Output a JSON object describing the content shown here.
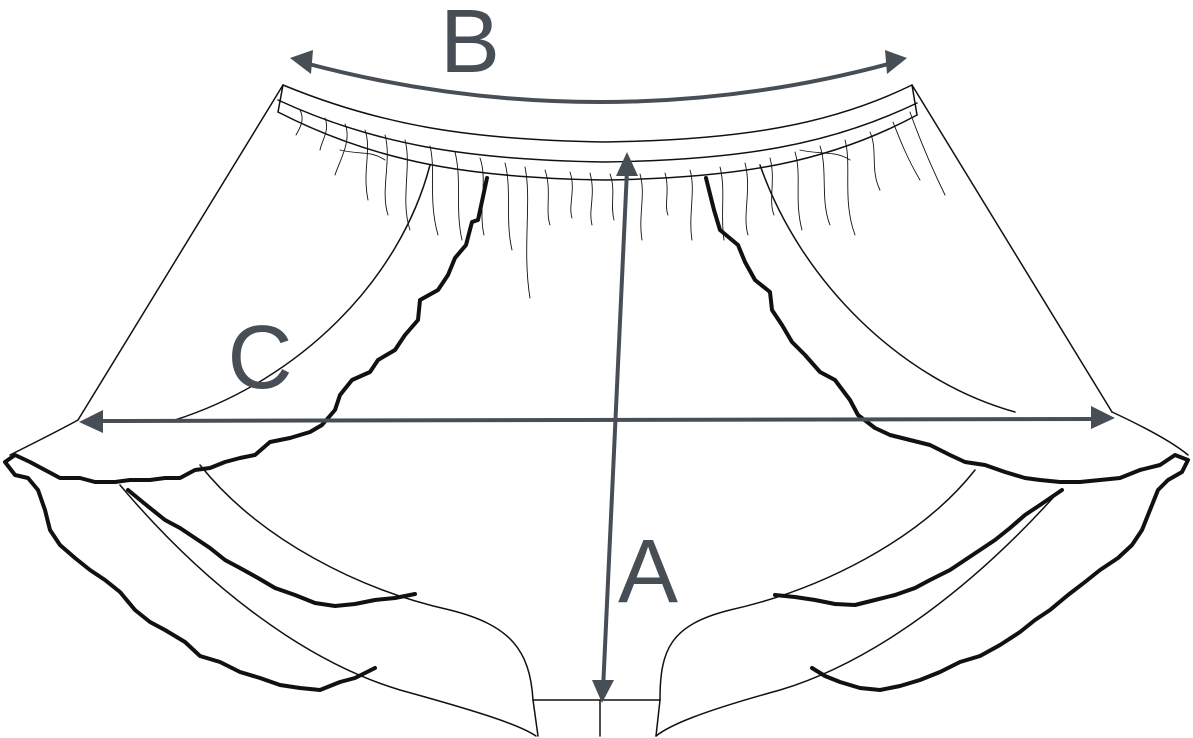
{
  "colors": {
    "outline": "#111111",
    "measure": "#474e55",
    "background": "#ffffff"
  },
  "measurements": {
    "a": {
      "label": "A"
    },
    "b": {
      "label": "B"
    },
    "c": {
      "label": "C"
    }
  }
}
